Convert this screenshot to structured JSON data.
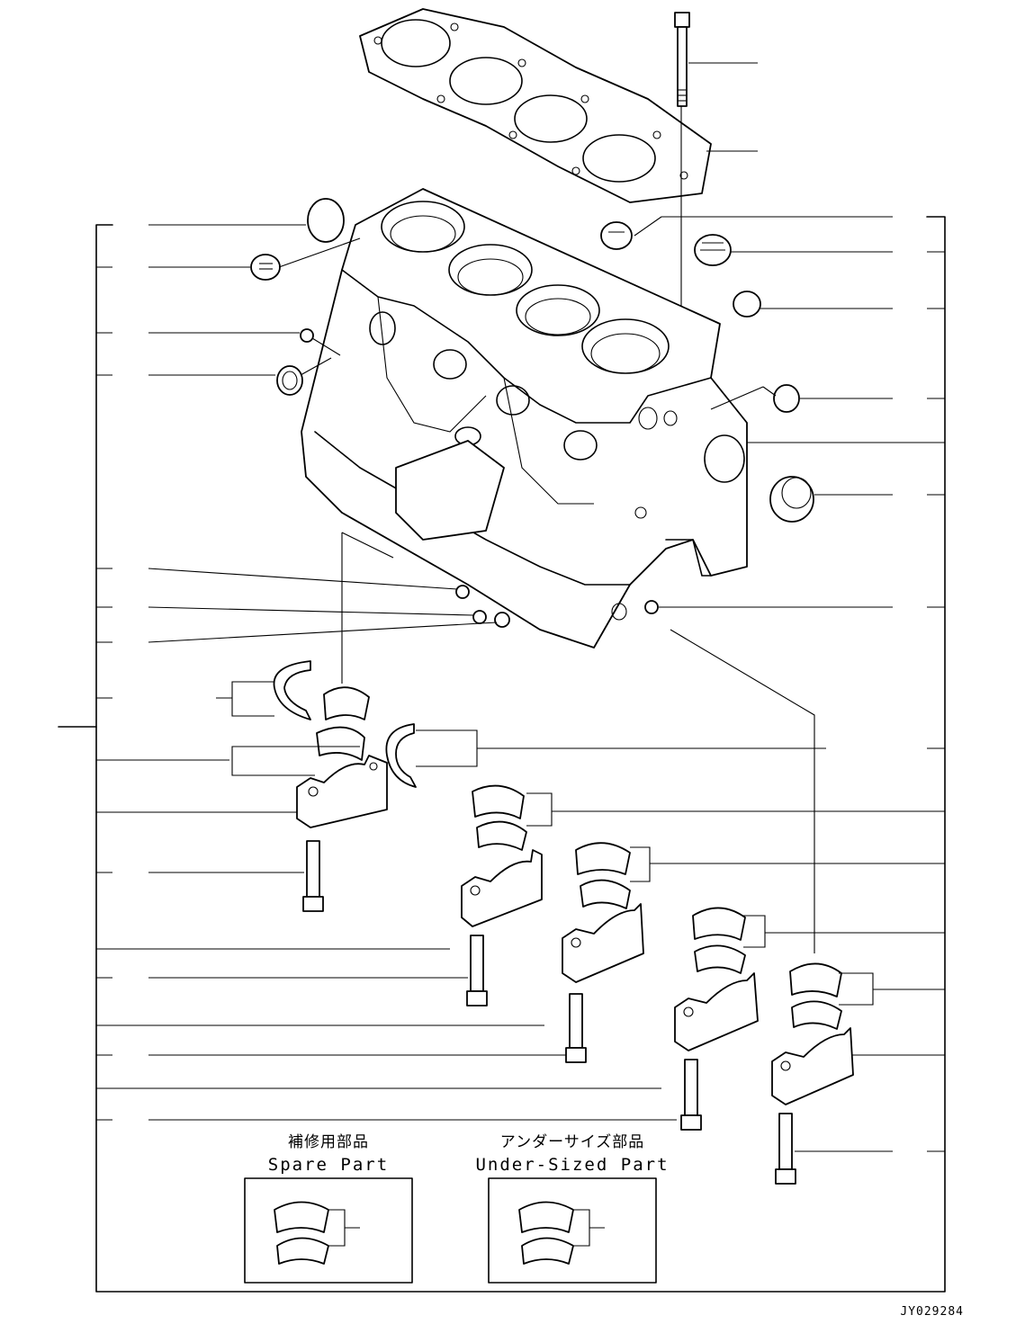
{
  "spare_box": {
    "label_jp": "補修用部品",
    "label_en": "Spare Part"
  },
  "undersize_box": {
    "label_jp": "アンダーサイズ部品",
    "label_en": "Under-Sized Part"
  },
  "drawing_code": "JY029284"
}
